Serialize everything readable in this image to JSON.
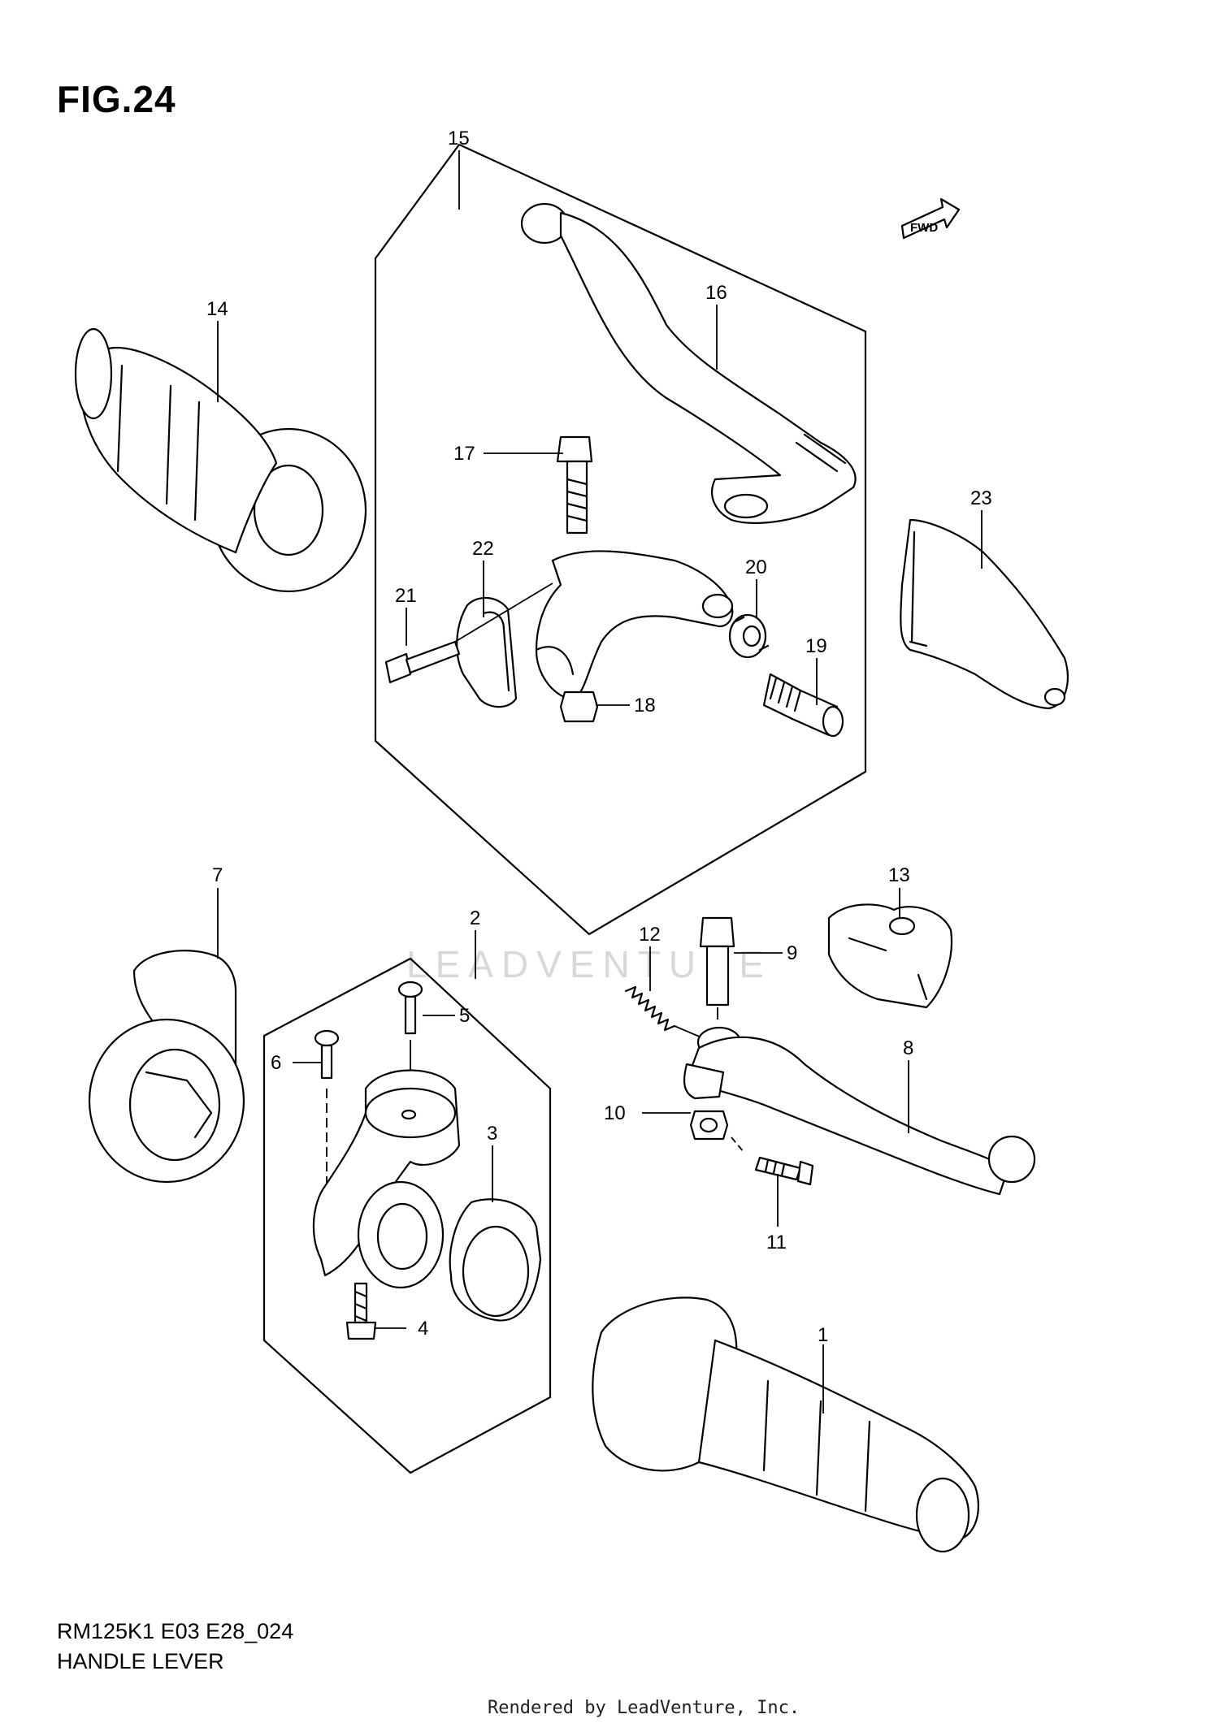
{
  "figure": {
    "title": "FIG.24",
    "model_code": "RM125K1 E03 E28_024",
    "caption": "HANDLE LEVER"
  },
  "fwd_label": "FWD",
  "watermark": "LEADVENTURE",
  "rendered_by": "Rendered by LeadVenture, Inc.",
  "callouts": [
    "1",
    "2",
    "3",
    "4",
    "5",
    "6",
    "7",
    "8",
    "9",
    "10",
    "11",
    "12",
    "13",
    "14",
    "15",
    "16",
    "17",
    "18",
    "19",
    "20",
    "21",
    "22",
    "23"
  ]
}
